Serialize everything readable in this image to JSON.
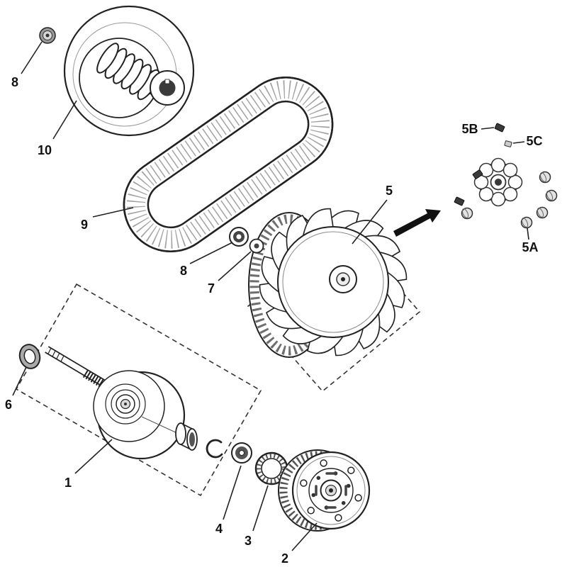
{
  "diagram": {
    "colors": {
      "line": "#222222",
      "background": "#ffffff",
      "dark_fill": "#3a3a3a",
      "light_fill": "#e2e2e2"
    },
    "labels": {
      "l1": "1",
      "l2": "2",
      "l3": "3",
      "l4": "4",
      "l5": "5",
      "l5a": "5A",
      "l5b": "5B",
      "l5c": "5C",
      "l6": "6",
      "l7": "7",
      "l8a": "8",
      "l8b": "8",
      "l9": "9",
      "l10": "10"
    }
  }
}
